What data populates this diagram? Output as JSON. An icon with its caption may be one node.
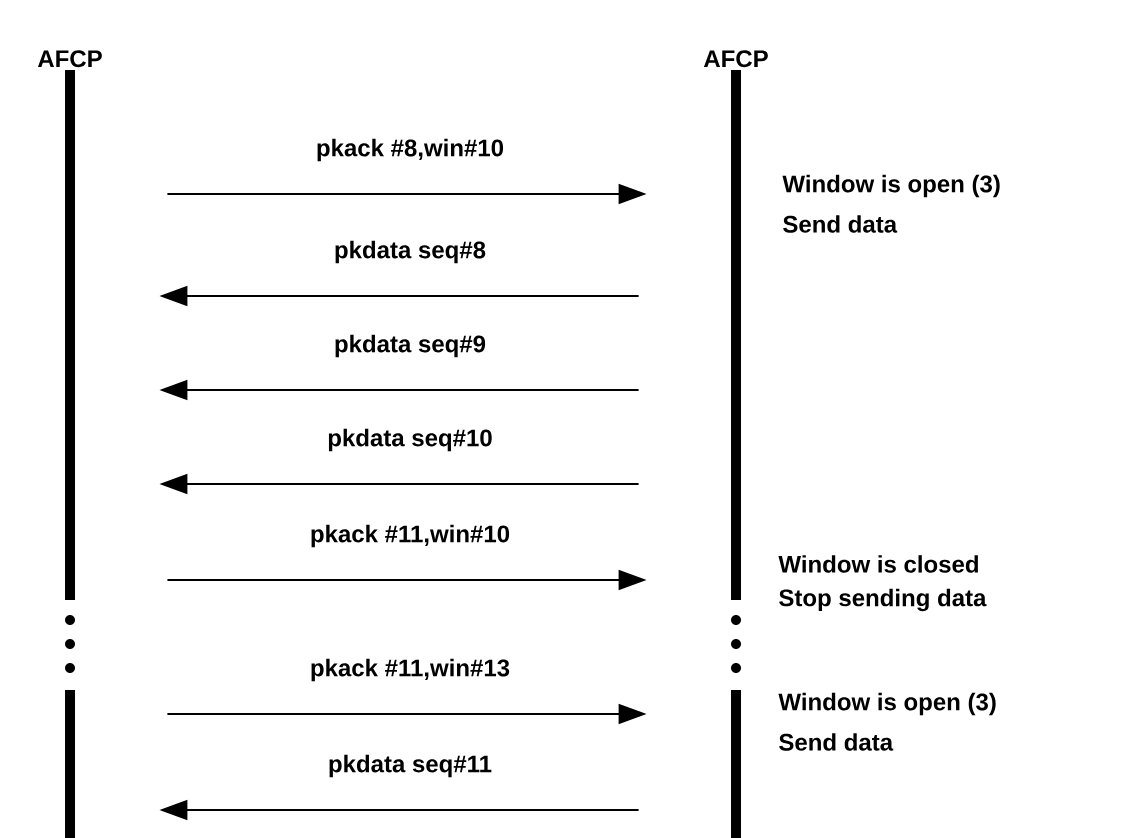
{
  "diagram": {
    "nodes": [
      {
        "text": [
          "AFCP"
        ]
      },
      {
        "text": [
          "AFCP"
        ]
      }
    ],
    "edges": [
      {
        "from": 0,
        "to": 1,
        "arrow": "to",
        "label": "pkack #8,win#10"
      },
      {
        "from": 1,
        "to": 0,
        "arrow": "to",
        "label": "pkdata seq#8"
      },
      {
        "from": 1,
        "to": 0,
        "arrow": "to",
        "label": "pkdata seq#9"
      },
      {
        "from": 1,
        "to": 0,
        "arrow": "to",
        "label": "pkdata seq#10"
      },
      {
        "from": 0,
        "to": 1,
        "arrow": "to",
        "label": "pkack #11,win#10"
      },
      {
        "from": 0,
        "to": 1,
        "arrow": "to",
        "label": "pkack #11,win#13"
      },
      {
        "from": 1,
        "to": 0,
        "arrow": "to",
        "label": "pkdata seq#11"
      }
    ],
    "labels": [
      "Window is open (3)",
      "Send data",
      "Window is closed",
      "Stop sending data",
      "Window is open (3)",
      "Send data"
    ]
  }
}
